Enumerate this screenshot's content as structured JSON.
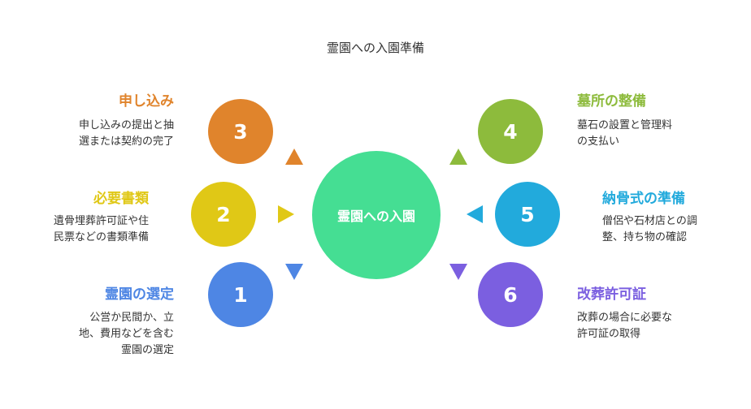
{
  "title": "霊園への入園準備",
  "center": {
    "label": "霊園への入園",
    "color": "#45DE93"
  },
  "steps": [
    {
      "number": "1",
      "title": "霊園の選定",
      "desc": "公営か民間か、立\n地、費用などを含む\n霊園の選定",
      "color": "#4E86E4"
    },
    {
      "number": "2",
      "title": "必要書類",
      "desc": "遺骨埋葬許可証や住\n民票などの書類準備",
      "color": "#E0C816"
    },
    {
      "number": "3",
      "title": "申し込み",
      "desc": "申し込みの提出と抽\n選または契約の完了",
      "color": "#E0842C"
    },
    {
      "number": "4",
      "title": "墓所の整備",
      "desc": "墓石の設置と管理料\nの支払い",
      "color": "#8DBB3C"
    },
    {
      "number": "5",
      "title": "納骨式の準備",
      "desc": "僧侶や石材店との調\n整、持ち物の確認",
      "color": "#22AADC"
    },
    {
      "number": "6",
      "title": "改葬許可証",
      "desc": "改葬の場合に必要な\n許可証の取得",
      "color": "#7B5FE0"
    }
  ]
}
